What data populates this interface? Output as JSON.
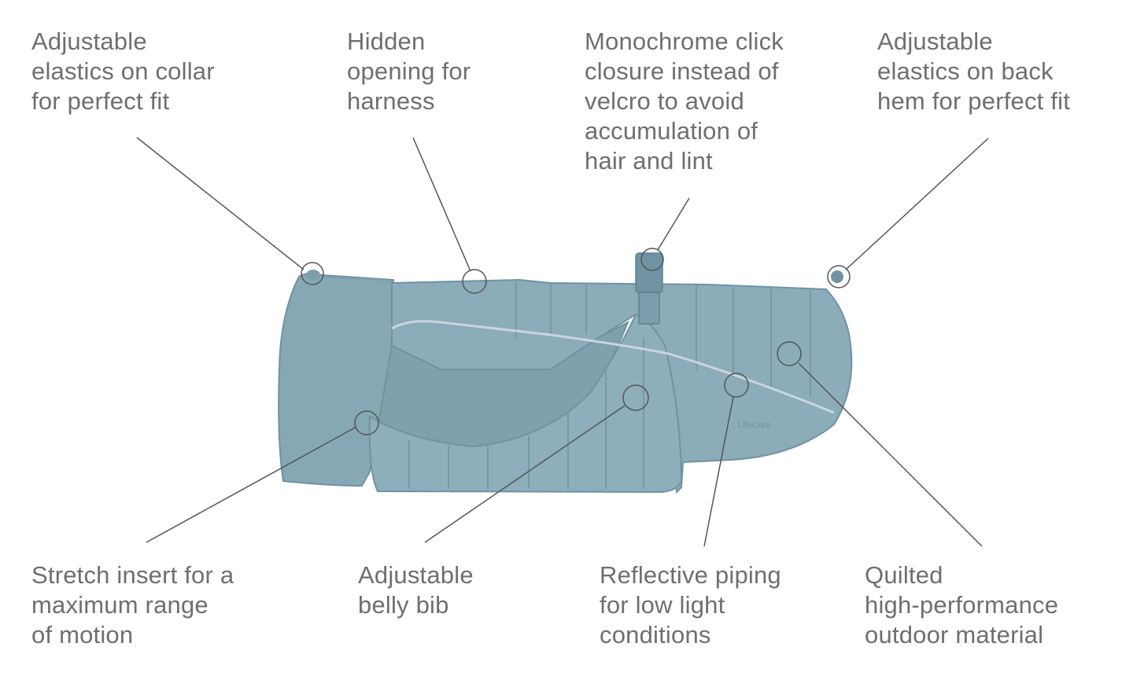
{
  "callouts": {
    "collar_elastics": "Adjustable\nelastics on collar\nfor perfect fit",
    "hidden_opening": "Hidden\nopening for\nharness",
    "click_closure": "Monochrome click\nclosure instead of\nvelcro to avoid\naccumulation of\nhair and lint",
    "back_hem_elastics": "Adjustable\nelastics on back\nhem for perfect fit",
    "stretch_insert": "Stretch insert for a\nmaximum range\nof motion",
    "belly_bib": "Adjustable\nbelly bib",
    "reflective_piping": "Reflective piping\nfor low light\nconditions",
    "quilted_material": "Quilted\nhigh-performance\noutdoor material"
  },
  "product": {
    "brand_mark": "LifeCare",
    "color": "#88a9b6"
  },
  "colors": {
    "text": "#6f6f6f",
    "leader_line": "#555555",
    "coat_main": "#88a9b6",
    "coat_shadow": "#6f93a2",
    "coat_light": "#9db8c3",
    "piping": "#c9d6dc"
  }
}
